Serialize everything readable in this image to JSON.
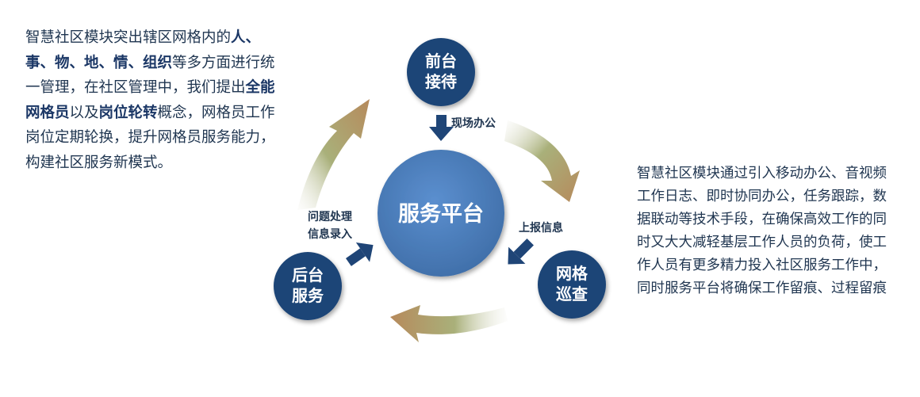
{
  "left_paragraph": {
    "seg1": "智慧社区模块突出辖区网格内的",
    "seg2_bold": "人、事、物、地、情、组织",
    "seg3": "等多方面进行统一管理，在社区管理中，我们提出",
    "seg4_bold": "全能网格员",
    "seg5": "以及",
    "seg6_bold": "岗位轮转",
    "seg7": "概念，网格员工作岗位定期轮换，提升网格员服务能力，构建社区服务新模式。"
  },
  "right_paragraph": "智慧社区模块通过引入移动办公、音视频工作日志、即时协同办公，任务跟踪，数据联动等技术手段，在确保高效工作的同时又大大减轻基层工作人员的负荷，使工作人员有更多精力投入社区服务工作中，同时服务平台将确保工作留痕、过程留痕",
  "diagram": {
    "center": {
      "label": "服务平台"
    },
    "nodes": {
      "top": {
        "line1": "前台",
        "line2": "接待"
      },
      "right": {
        "line1": "网格",
        "line2": "巡查"
      },
      "left": {
        "line1": "后台",
        "line2": "服务"
      }
    },
    "edges": {
      "top": {
        "label": "现场办公"
      },
      "right": {
        "label": "上报信息"
      },
      "left": {
        "line1": "问题处理",
        "line2": "信息录入"
      }
    },
    "colors": {
      "node_dark": "#1f4577",
      "center_fill": "#4f81bd",
      "arrow_head": "#b3855a",
      "arrow_tail": "#8a9a5e",
      "small_arrow": "#1f4577"
    }
  }
}
